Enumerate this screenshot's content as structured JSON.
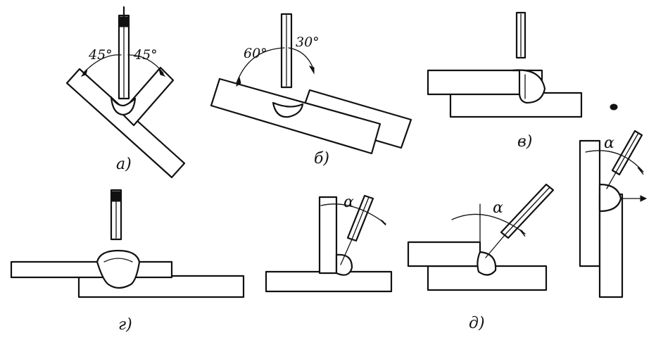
{
  "figures": {
    "a": {
      "caption": "а)",
      "angle_left": "45°",
      "angle_right": "45°"
    },
    "b": {
      "caption": "б)",
      "angle_left": "60°",
      "angle_right": "30°"
    },
    "v": {
      "caption": "в)"
    },
    "g": {
      "caption": "г)"
    },
    "d": {
      "caption": "д)",
      "alpha_1": "α",
      "alpha_2": "α",
      "alpha_3": "α"
    }
  }
}
